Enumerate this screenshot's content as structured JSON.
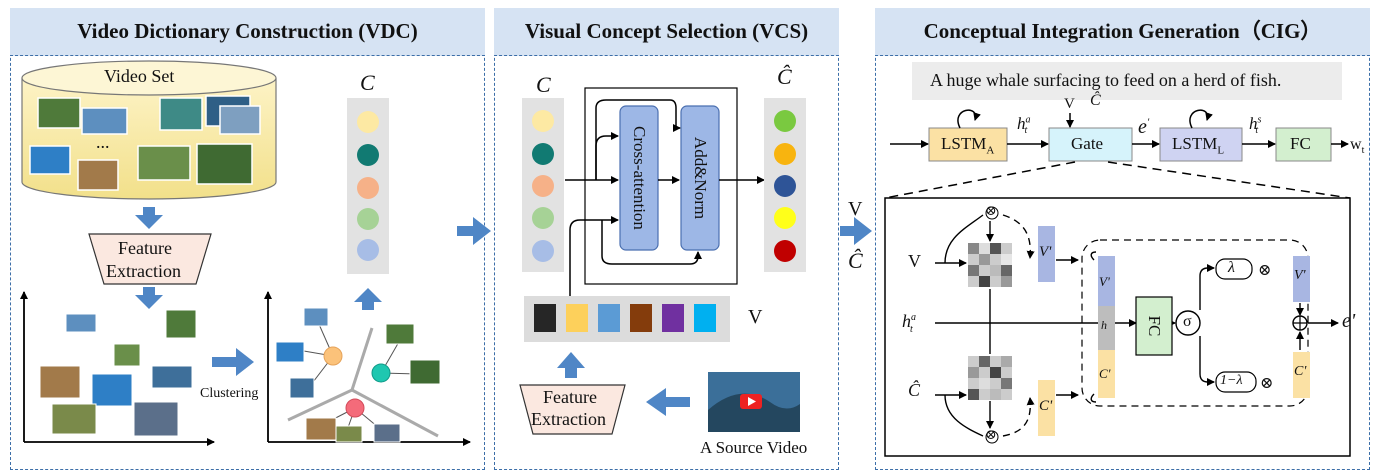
{
  "panels": {
    "vdc": {
      "title": "Video Dictionary Construction (VDC)"
    },
    "vcs": {
      "title": "Visual Concept Selection (VCS)"
    },
    "cig": {
      "title": "Conceptual Integration Generation（CIG）"
    }
  },
  "vdc": {
    "video_set": "Video Set",
    "ellipsis": "...",
    "feature_extraction": [
      "Feature",
      "Extraction"
    ],
    "clustering": "Clustering",
    "dict_label": "C"
  },
  "vcs": {
    "c_label": "C",
    "c_hat_label": "Ĉ",
    "cross_attention": "Cross-attention",
    "add_norm": "Add&Norm",
    "v_label": "V",
    "feature_extraction": [
      "Feature",
      "Extraction"
    ],
    "source_video": "A Source Video"
  },
  "between": {
    "v": "V",
    "c_hat": "Ĉ"
  },
  "cig": {
    "caption": "A huge whale surfacing to feed on a herd of fish.",
    "lstm_a": "LSTM",
    "lstm_a_sub": "A",
    "gate": "Gate",
    "lstm_l": "LSTM",
    "lstm_l_sub": "L",
    "fc": "FC",
    "w": "w",
    "w_sub": "t",
    "h": "h",
    "h_sup_a": "a",
    "h_sup_s": "s",
    "h_sub": "t",
    "v": "V",
    "c_hat": "Ĉ",
    "e": "e",
    "prime": "'",
    "detail": {
      "v_in": "V",
      "c_hat_in": "Ĉ",
      "v_prime": "V'",
      "c_prime": "C'",
      "fc": "FC",
      "sigma": "σ",
      "lambda": "λ",
      "one_minus_lambda": "1−λ",
      "otimes": "⊗",
      "oplus": "⊕",
      "e_out": "e'"
    }
  },
  "colors": {
    "panel_header": "#d6e3f3",
    "panel_border": "#3c6ea8",
    "arrow": "#4f86c6",
    "lstm_a": "#fbe1a4",
    "gate": "#d6f3fb",
    "lstm_l": "#cfd3f2",
    "fc": "#d3efcf",
    "attention_block": "#9db7e6"
  }
}
